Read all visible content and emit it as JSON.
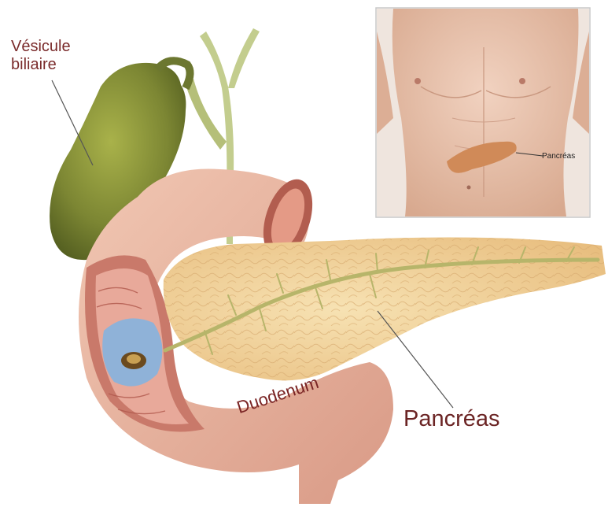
{
  "labels": {
    "gallbladder_line1": "Vésicule",
    "gallbladder_line2": "biliaire",
    "pancreas": "Pancréas",
    "duodenum": "Duodenum",
    "inset_pancreas": "Pancréas"
  },
  "colors": {
    "gallbladder": "#7d8a35",
    "pancreas": "#f1d39a",
    "duodenum": "#ecb8a4",
    "bile_duct": "#b9c47a",
    "skin": "#e8c2ad",
    "label": "#7a2b2b"
  }
}
